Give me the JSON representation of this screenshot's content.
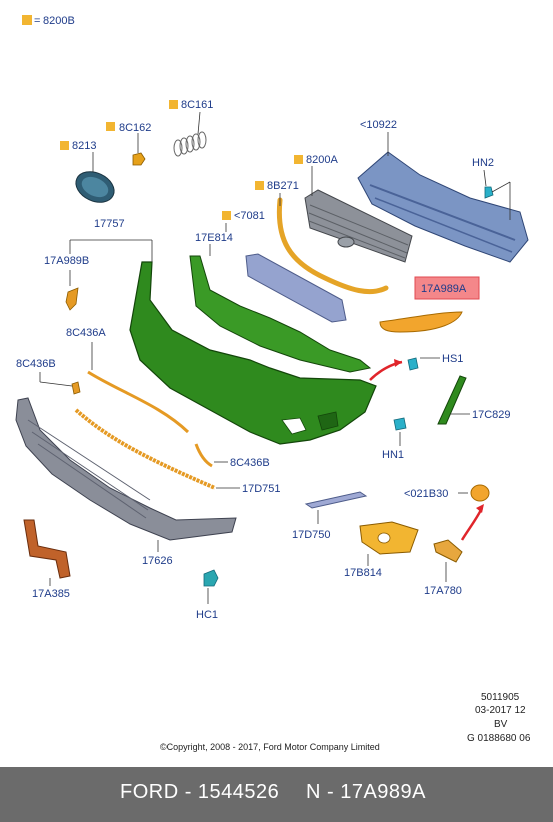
{
  "legend": {
    "swatch_color": "#f2b531",
    "code": "8200B"
  },
  "highlight_color": "#f4878a",
  "callouts": {
    "c8200B_sq": "8200B",
    "c8C161": "8C161",
    "c8C162": "8C162",
    "c8213": "8213",
    "c10922": "<10922",
    "cHN2": "HN2",
    "c8200A": "8200A",
    "c8B271": "8B271",
    "c7081": "<7081",
    "c17757": "17757",
    "c17E814": "17E814",
    "c17A989B": "17A989B",
    "c17A989A": "17A989A",
    "c8C436A": "8C436A",
    "c8C436B_l": "8C436B",
    "cHS1": "HS1",
    "c17C829": "17C829",
    "cHN1": "HN1",
    "c8C436B_r": "8C436B",
    "c17D751": "17D751",
    "c021B30": "<021B30",
    "c17D750": "17D750",
    "c17B814": "17B814",
    "c17A780": "17A780",
    "c17626": "17626",
    "c17A385": "17A385",
    "cHC1": "HC1"
  },
  "doc_info": {
    "line1": "5011905",
    "line2": "03-2017 12",
    "line3": "BV",
    "line4": "G 0188680 06"
  },
  "copyright": "©Copyright, 2008 - 2017, Ford Motor Company Limited",
  "footer": {
    "left": "FORD - 1544526",
    "right": "N - 17A989A"
  }
}
